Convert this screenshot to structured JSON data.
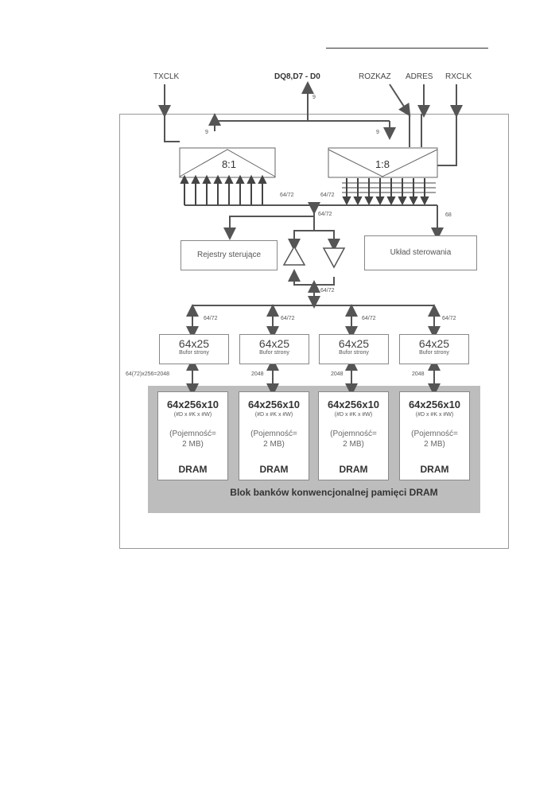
{
  "header_line": "",
  "signals": {
    "txclk": "TXCLK",
    "dq": "DQ8,D7 - D0",
    "rozkaz": "ROZKAZ",
    "adres": "ADRES",
    "rxclk": "RXCLK"
  },
  "bus_labels": {
    "dq_width": "9",
    "left_9": "9",
    "right_9": "9",
    "mux_out": "64/72",
    "demux_in": "64/72",
    "center_bus": "64/72",
    "control_bus": "68",
    "mid_bus": "64/72",
    "branches": [
      "64/72",
      "64/72",
      "64/72",
      "64/72"
    ]
  },
  "mux": {
    "label": "8:1"
  },
  "demux": {
    "label": "1:8"
  },
  "registers": {
    "label": "Rejestry sterujące"
  },
  "controller": {
    "label": "Układ sterowania"
  },
  "page_buffers": [
    {
      "size": "64x25",
      "name": "Bufor strony"
    },
    {
      "size": "64x25",
      "name": "Bufor strony"
    },
    {
      "size": "64x25",
      "name": "Bufor strony"
    },
    {
      "size": "64x25",
      "name": "Bufor strony"
    }
  ],
  "buffer_links": [
    "64(72)x256=2048",
    "2048",
    "2048",
    "2048"
  ],
  "dram_banks": [
    {
      "org": "64x256x10",
      "legend": "(#D x #K x #W)",
      "cap_line1": "(Pojemność=",
      "cap_line2": "2 MB)",
      "type": "DRAM"
    },
    {
      "org": "64x256x10",
      "legend": "(#D x #K x #W)",
      "cap_line1": "(Pojemność=",
      "cap_line2": "2 MB)",
      "type": "DRAM"
    },
    {
      "org": "64x256x10",
      "legend": "(#D x #K x #W)",
      "cap_line1": "(Pojemność=",
      "cap_line2": "2 MB)",
      "type": "DRAM"
    },
    {
      "org": "64x256x10",
      "legend": "(#D x #K x #W)",
      "cap_line1": "(Pojemność=",
      "cap_line2": "2 MB)",
      "type": "DRAM"
    }
  ],
  "dram_block": {
    "label": "Blok banków konwencjonalnej pamięci DRAM"
  },
  "colors": {
    "line": "#555555",
    "gray_block": "#bdbdbd",
    "frame": "#999999"
  }
}
